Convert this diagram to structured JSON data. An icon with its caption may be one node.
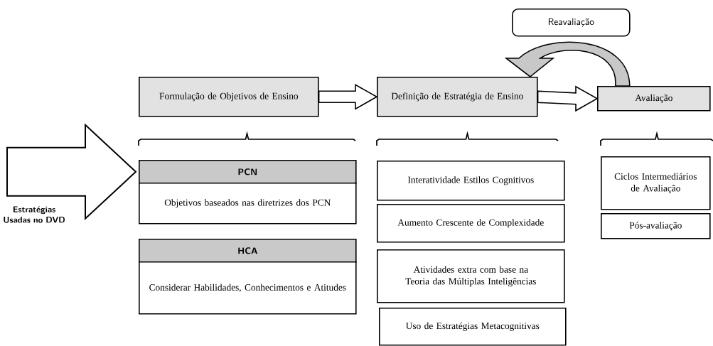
{
  "diagram": {
    "nodes": [
      {
        "text": [
          "Reavaliação"
        ]
      },
      {
        "text": [
          "Formulação de Objetivos de Ensino"
        ]
      },
      {
        "text": [
          "Definição de Estratégia de Ensino"
        ]
      },
      {
        "text": [
          "Avaliação"
        ]
      },
      {
        "text": [
          "PCN"
        ]
      },
      {
        "text": [
          "Objetivos baseados nas diretrizes dos PCN"
        ]
      },
      {
        "text": [
          "HCA"
        ]
      },
      {
        "text": [
          "Considerar Habilidades, Conhecimentos e Atitudes"
        ]
      },
      {
        "text": [
          "Interatividade Estilos Cognitivos"
        ]
      },
      {
        "text": [
          "Aumento Crescente de Complexidade"
        ]
      },
      {
        "text": [
          "Atividades extra com base na Teoria das Múltiplas Inteligências"
        ]
      },
      {
        "text": [
          "Uso de Estratégias Metacognitivas"
        ]
      },
      {
        "text": [
          "Ciclos Intermediários de Avaliação"
        ]
      },
      {
        "text": [
          "Pós-avaliação"
        ]
      }
    ],
    "edges": [
      {
        "from": 1,
        "to": 2,
        "arrow": "to"
      },
      {
        "from": 2,
        "to": 3,
        "arrow": "to"
      },
      {
        "from": 3,
        "to": 2,
        "arrow": "to"
      },
      {
        "from": null,
        "to": 4,
        "arrow": "to"
      }
    ],
    "labels": [
      "Estratégias Usadas no DVD"
    ]
  }
}
